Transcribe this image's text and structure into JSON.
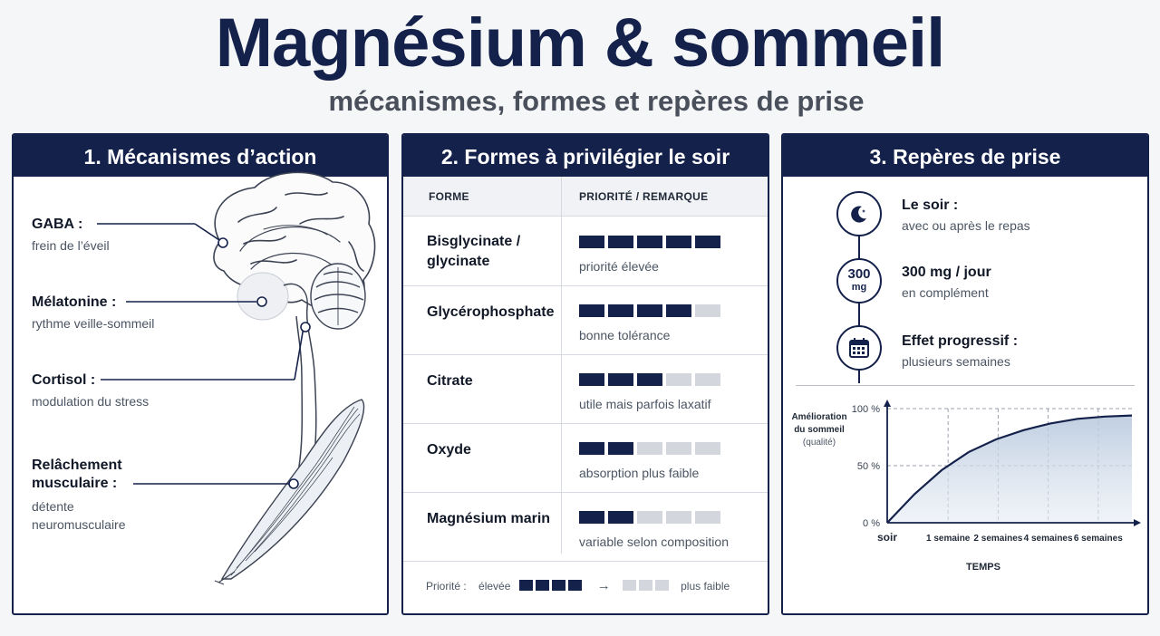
{
  "title": "Magnésium & sommeil",
  "subtitle": "mécanismes, formes et repères de prise",
  "panel1": {
    "header": "1. Mécanismes d’action",
    "mechanisms": [
      {
        "label": "GABA :",
        "desc1": "frein de l’éveil",
        "desc2": ""
      },
      {
        "label": "Mélatonine :",
        "desc1": "rythme veille-sommeil",
        "desc2": ""
      },
      {
        "label": "Cortisol :",
        "desc1": "modulation du stress",
        "desc2": ""
      },
      {
        "label": "Relâchement",
        "label2": "musculaire :",
        "desc1": "détente",
        "desc2": "neuromusculaire"
      }
    ]
  },
  "panel2": {
    "header": "2. Formes à privilégier le soir",
    "col_forme": "FORME",
    "col_priorite": "PRIORITÉ / REMARQUE",
    "forms": [
      {
        "name": "Bisglycinate /",
        "name2": "glycinate",
        "level": 5,
        "remark": "priorité élevée"
      },
      {
        "name": "Glycérophosphate",
        "name2": "",
        "level": 4,
        "remark": "bonne tolérance"
      },
      {
        "name": "Citrate",
        "name2": "",
        "level": 3,
        "remark": "utile mais parfois laxatif"
      },
      {
        "name": "Oxyde",
        "name2": "",
        "level": 2,
        "remark": "absorption plus faible"
      },
      {
        "name": "Magnésium marin",
        "name2": "",
        "level": 2,
        "remark": "variable selon composition"
      }
    ],
    "legend": {
      "label": "Priorité :",
      "high": "élevée",
      "arrow": "→",
      "low": "plus faible"
    }
  },
  "panel3": {
    "header": "3. Repères de prise",
    "steps": [
      {
        "icon": "moon-icon",
        "title": "Le soir :",
        "desc": "avec ou après le repas"
      },
      {
        "icon": "dose-300mg-icon",
        "icon_text1": "300",
        "icon_text2": "mg",
        "title": "300 mg / jour",
        "desc": "en complément"
      },
      {
        "icon": "calendar-icon",
        "title": "Effet progressif :",
        "desc": "plusieurs semaines"
      }
    ]
  },
  "chart_data": {
    "type": "area",
    "ylabel_lines": [
      "Amélioration",
      "du sommeil",
      "(qualité)"
    ],
    "xlabel": "TEMPS",
    "x_labels": [
      "soir",
      "1 semaine",
      "2 semaines",
      "4 semaines",
      "6 semaines"
    ],
    "y_labels": [
      "100 %",
      "50 %",
      "0 %"
    ],
    "ylim": [
      0,
      100
    ],
    "x_positions": [
      0,
      1,
      2,
      3,
      4
    ],
    "series": [
      {
        "x": [
          0,
          0.5,
          1,
          1.5,
          2,
          2.5,
          3,
          3.5,
          4,
          4.5
        ],
        "y": [
          0,
          25,
          46,
          62,
          73,
          81,
          87,
          91,
          93,
          94
        ]
      }
    ],
    "grid": "dashed",
    "colors": {
      "line": "#14214a",
      "fill": "#c9d6e6"
    }
  },
  "colors": {
    "navy": "#14214a",
    "gray_bar": "#d3d6dc"
  }
}
